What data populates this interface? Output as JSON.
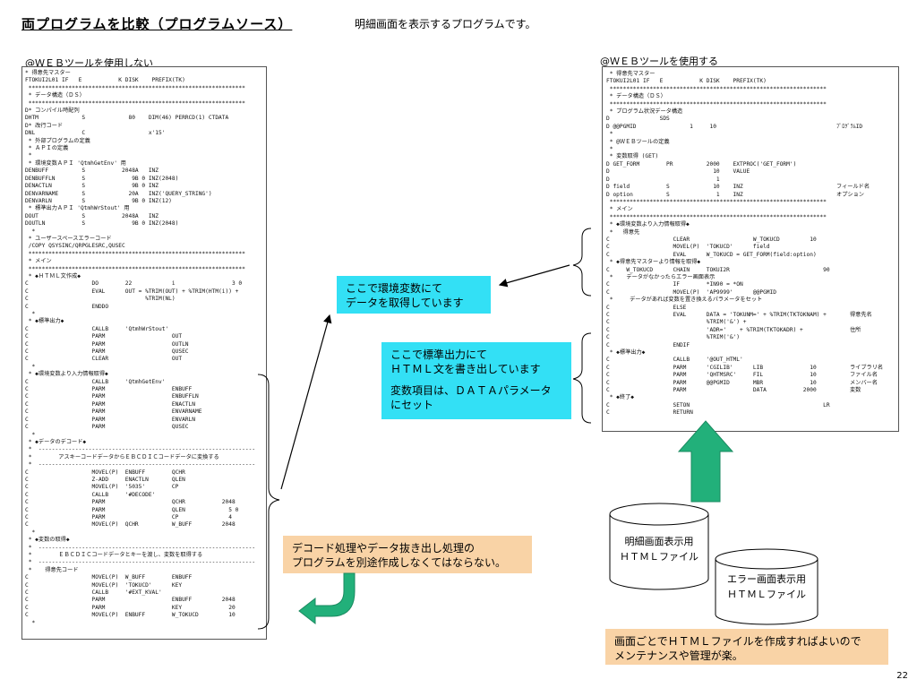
{
  "title": "両プログラムを比較（プログラムソース）",
  "subtitle": "明細画面を表示するプログラムです。",
  "left_section": {
    "heading": "@ＷＥＢツールを使用しない",
    "code": "* 得意先マスター\nFTOKUI2L01 IF   E           K DISK    PREFIX(TK)\n *****************************************************************\n * データ構造（ＤＳ）\n *****************************************************************\nD* コンパイル時配列\nDHTM             S             80    DIM(46) PERRCD(1) CTDATA\nD* 改行コード\nDNL              C                   x'15'\n * 外部プログラムの定義\n * ＡＰＩの定義\n *\n * 環境変数ＡＰＩ 'QtmhGetEnv' 用\nDENBUFF          S           2048A   INZ\nDENBUFFLN        S              9B 0 INZ(2048)\nDENACTLN         S              9B 0 INZ\nDENVARNAME       S             20A   INZ('QUERY_STRING')\nDENVARLN         S              9B 0 INZ(12)\n * 標準出力ＡＰＩ 'QtmhWrStout' 用\nDOUT             S           2048A   INZ\nDOUTLN           S              9B 0 INZ(2048)\n  *\n * ユーザースペースエラーコード\n /COPY QSYSINC/QRPGLESRC,QUSEC\n *****************************************************************\n * メイン\n *****************************************************************\n * ◆ＨＴＭＬ文作成◆\nC                   DO        22            i                 3 0\nC                   EVAL      OUT = %TRIM(OUT) + %TRIM(HTM(i)) +\nC                                   %TRIM(NL)\nC                   ENDDO\n  *\n * ◆標準出力◆\nC                   CALLB     'QtmhWrStout'\nC                   PARM                    OUT\nC                   PARM                    OUTLN\nC                   PARM                    QUSEC\nC                   CLEAR                   OUT\n  *\n * ◆環境変数より入力情報取得◆\nC                   CALLB     'QtmhGetEnv'\nC                   PARM                    ENBUFF\nC                   PARM                    ENBUFFLN\nC                   PARM                    ENACTLN\nC                   PARM                    ENVARNAME\nC                   PARM                    ENVARLN\nC                   PARM                    QUSEC\n  *\n * ◆データのデコード◆\n *  -----------------------------------------------------------------\n *        アスキーコードデータからＥＢＣＤＩＣコードデータに変換する\n *  -----------------------------------------------------------------\nC                   MOVEL(P)  ENBUFF        QCHR\nC                   Z-ADD     ENACTLN       QLEN\nC                   MOVEL(P)  '5035'        CP\nC                   CALLB     '#DECODE'\nC                   PARM                    QCHR           2048\nC                   PARM                    QLEN             5 0\nC                   PARM                    CP               4\nC                   MOVEL(P)  QCHR          W_BUFF         2048\n  *\n * ◆変数の取得◆\n *  -----------------------------------------------------------------\n *        ＥＢＣＤＩＣコードデータとキーを渡し、変数を取得する\n *  -----------------------------------------------------------------\n *    得意先コード\nC                   MOVEL(P)  W_BUFF        ENBUFF\nC                   MOVEL(P)  'TOKUCD'      KEY\nC                   CALLB     '#EXT_KVAL'\nC                   PARM                    ENBUFF         2048\nC                   PARM                    KEY              20\nC                   MOVEL(P)  ENBUFF        W_TOKUCD         10\n  *"
  },
  "right_section": {
    "heading": "@ＷＥＢツールを使用する",
    "code": " * 得意先マスター\nFTOKUI2L01 IF   E           K DISK    PREFIX(TK)\n *****************************************************************\n * データ構造（ＤＳ）\n *****************************************************************\n * プログラム状況データ構造\nD               SDS\nD @@PGMID                1     10                                    ﾌﾟﾛｸﾞﾗﾑID\n *\n * @ＷＥＢツールの定義\n *\n * 変数取得 (GET)\nD GET_FORM        PR          2000    EXTPROC('GET_FORM')\nD                               10    VALUE\nD                                1\nD field           S             10    INZ                            フィールド名\nD option          S              1    INZ                            オプション\n *****************************************************************\n * メイン\n *****************************************************************\n * ◆環境変数より入力情報取得◆\n *   得意先\nC                   CLEAR                   W_TOKUCD         10\nC                   MOVEL(P)  'TOKUCD'      field\nC                   EVAL      W_TOKUCD = GET_FORM(field:option)\n * ◆得意先マスターより情報を取得◆\nC     W_TOKUCD      CHAIN     TOKUI2R                            90\n *    データがなかったらエラー画面表示\nC                   IF        *IN90 = *ON\nC                   MOVEL(P)  'AP9999'      @@PGMID\n *     データがあれば変数を置き換えるパラメータをセット\nC                   ELSE\nC                   EVAL      DATA = 'TOKUNM=' + %TRIM(TKTOKNAM) +       得意先名\nC                             %TRIM('&') +\nC                             'ADR='    + %TRIM(TKTOKADR) +              住所\nC                             %TRIM('&')\nC                   ENDIF\n * ◆標準出力◆\nC                   CALLB     '@OUT_HTML'\nC                   PARM      'CGILIB'      LIB              10          ライブラリ名\nC                   PARM      'QHTMSRC'     FIL              10          ファイル名\nC                   PARM      @@PGMID       MBR              10          メンバー名\nC                   PARM                    DATA           2000          変数\n * ◆終了◆\nC                   SETON                                        LR\nC                   RETURN"
  },
  "callouts": {
    "env": [
      "ここで環境変数にて",
      "データを取得しています"
    ],
    "stdout": [
      "ここで標準出力にて",
      "ＨＴＭＬ文を書き出しています",
      "",
      "変数項目は、ＤＡＴＡパラメータ",
      "にセット"
    ],
    "decode": [
      "デコード処理やデータ抜き出し処理の",
      "プログラムを別途作成しなくてはならない。"
    ],
    "benefit": [
      "画面ごとでＨＴＭＬファイルを作成すればよいので",
      "メンテナンスや管理が楽。"
    ]
  },
  "files": {
    "detail": [
      "明細画面表示用",
      "ＨＴＭＬファイル"
    ],
    "error": [
      "エラー画面表示用",
      "ＨＴＭＬファイル"
    ]
  },
  "page_number": "22",
  "colors": {
    "cyan_callout": "#33e0f5",
    "orange_callout": "#f9d3a6",
    "arrow_green": "#22b07a"
  }
}
